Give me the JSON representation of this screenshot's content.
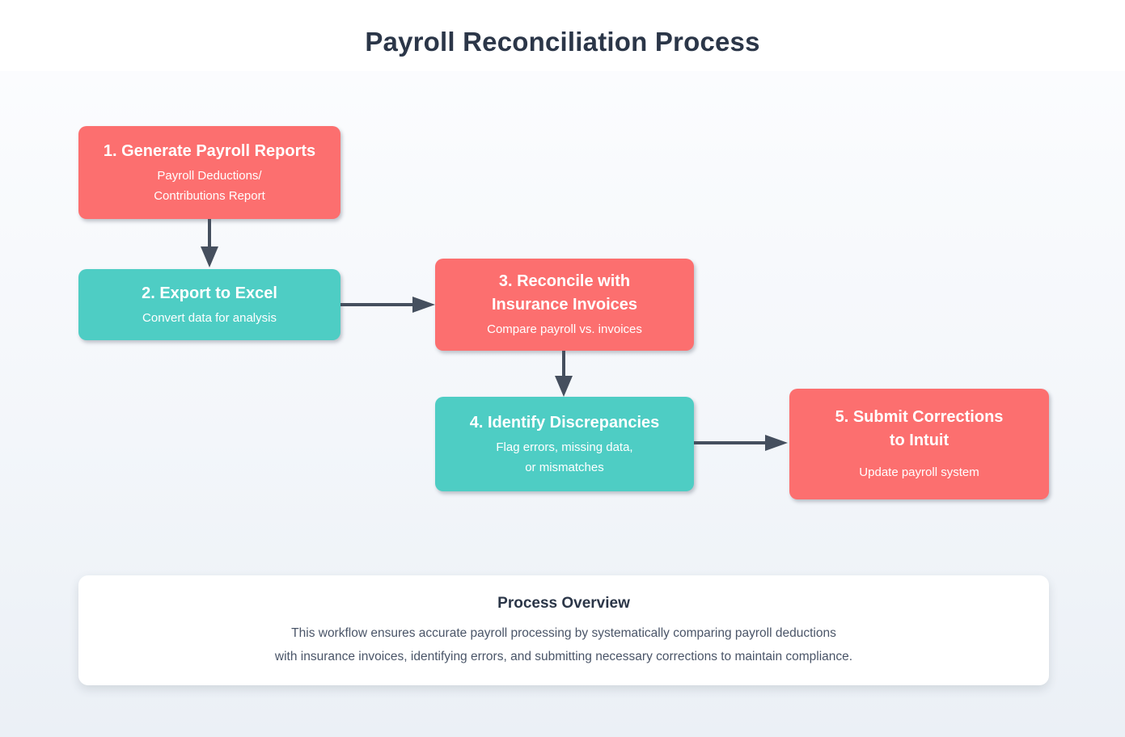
{
  "title": "Payroll Reconciliation Process",
  "colors": {
    "step_red": "#fc6f6f",
    "step_teal": "#4ecdc4",
    "arrow": "#454f5e",
    "title_text": "#2b3648",
    "body_text": "#4a5568",
    "card_bg": "#ffffff"
  },
  "steps": [
    {
      "name": "generate-payroll-reports",
      "color": "red",
      "heading_lines": [
        "1. Generate Payroll Reports"
      ],
      "subtext_lines": [
        "Payroll Deductions/",
        "Contributions Report"
      ]
    },
    {
      "name": "export-to-excel",
      "color": "teal",
      "heading_lines": [
        "2. Export to Excel"
      ],
      "subtext_lines": [
        "Convert data for analysis"
      ]
    },
    {
      "name": "reconcile-with-insurance-invoices",
      "color": "red",
      "heading_lines": [
        "3. Reconcile with",
        "Insurance Invoices"
      ],
      "subtext_lines": [
        "Compare payroll vs. invoices"
      ]
    },
    {
      "name": "identify-discrepancies",
      "color": "teal",
      "heading_lines": [
        "4. Identify Discrepancies"
      ],
      "subtext_lines": [
        "Flag errors, missing data,",
        "or mismatches"
      ]
    },
    {
      "name": "submit-corrections-to-intuit",
      "color": "red",
      "heading_lines": [
        "5. Submit Corrections",
        "to Intuit"
      ],
      "subtext_lines": [
        "Update payroll system"
      ]
    }
  ],
  "overview": {
    "heading": "Process Overview",
    "description_lines": [
      "This workflow ensures accurate payroll processing by systematically comparing payroll deductions",
      "with insurance invoices, identifying errors, and submitting necessary corrections to maintain compliance."
    ]
  }
}
